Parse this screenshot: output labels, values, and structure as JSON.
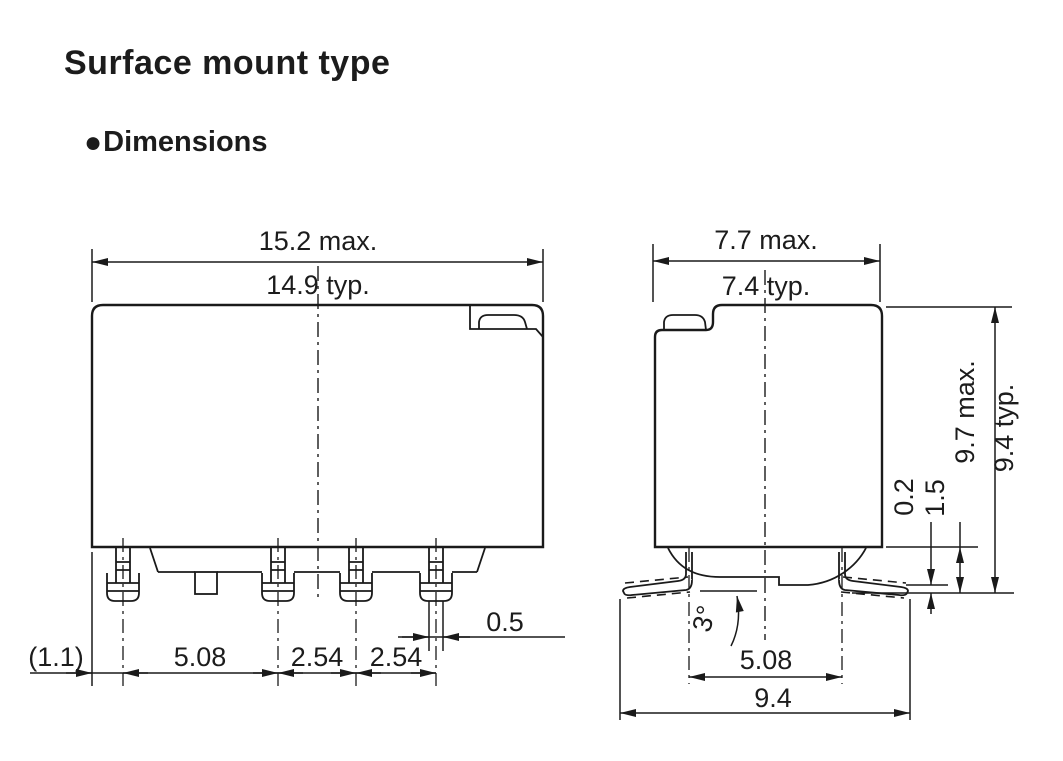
{
  "header": {
    "title": "Surface mount type",
    "bullet": "●",
    "section_label": "Dimensions"
  },
  "colors": {
    "line": "#1a1a1a",
    "text": "#1c1c1c",
    "background": "#ffffff"
  },
  "front_view": {
    "width_max_label": "15.2 max.",
    "width_typ_label": "14.9 typ.",
    "edge_to_pin_label": "(1.1)",
    "pitch_a_label": "5.08",
    "pitch_b_label": "2.54",
    "pitch_c_label": "2.54",
    "lead_width_label": "0.5"
  },
  "side_view": {
    "depth_max_label": "7.7 max.",
    "depth_typ_label": "7.4 typ.",
    "height_max_label": "9.7 max.",
    "height_typ_label": "9.4 typ.",
    "standoff_label": "0.2",
    "base_height_label": "1.5",
    "lead_angle_label": "3°",
    "lead_pitch_label": "5.08",
    "lead_span_label": "9.4"
  }
}
